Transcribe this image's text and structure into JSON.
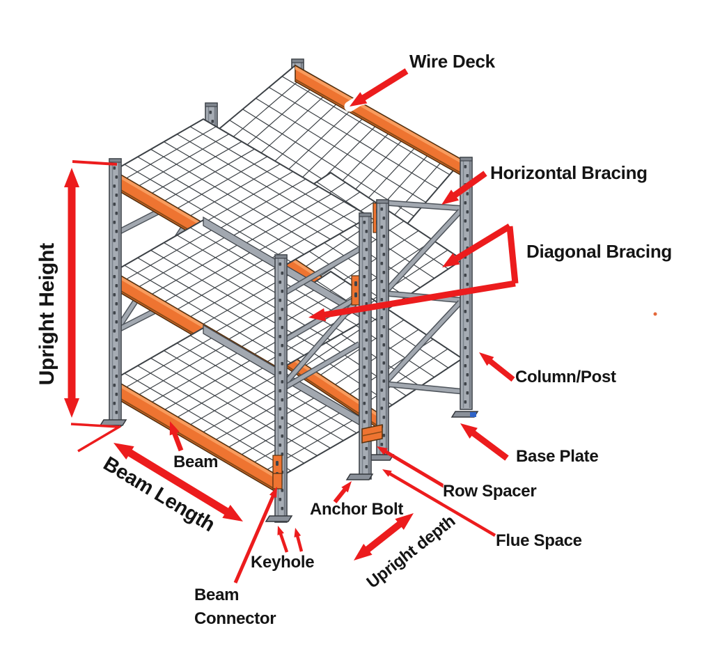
{
  "diagram": {
    "background": "#ffffff",
    "arrow_color": "#ec1c1d",
    "labels": {
      "wire_deck": "Wire Deck",
      "horizontal_bracing": "Horizontal Bracing",
      "diagonal_bracing": "Diagonal Bracing",
      "upright_height": "Upright Height",
      "beam": "Beam",
      "beam_length": "Beam Length",
      "column_post": "Column/Post",
      "base_plate": "Base Plate",
      "row_spacer": "Row Spacer",
      "anchor_bolt": "Anchor Bolt",
      "upright_depth": "Upright depth",
      "flue_space": "Flue Space",
      "keyhole": "Keyhole",
      "beam_connector": "Beam Connector"
    },
    "parts_colors": {
      "beam": "#ee7431",
      "beam_highlight": "#f89c5e",
      "beam_shadow": "#8a4a16",
      "beam_stroke": "#53300f",
      "column": "#a6acb4",
      "column_edge": "#3f444a",
      "column_cap": "#81878f",
      "hole": "#3f444a",
      "brace_fill": "#a2a8b0",
      "brace_edge": "#4e545b",
      "mesh_line": "#3b4045",
      "base_plate": "#8a9099",
      "base_plate_stroke": "#33373c",
      "base_plate_accent": "#2f63c8"
    }
  }
}
